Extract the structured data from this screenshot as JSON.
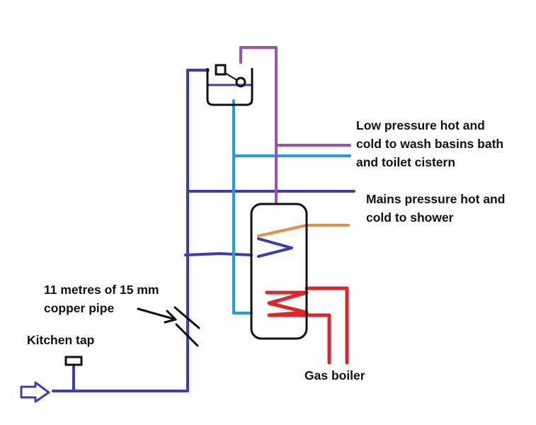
{
  "labels": {
    "low_pressure": {
      "line1": "Low pressure hot and",
      "line2": "cold to wash basins bath",
      "line3": "and toilet cistern"
    },
    "mains_pressure": {
      "line1": "Mains pressure hot and",
      "line2": "cold to shower"
    },
    "pipe_run": {
      "line1": "11 metres of 15 mm",
      "line2": "copper pipe"
    },
    "kitchen_tap": "Kitchen tap",
    "gas_boiler": "Gas boiler"
  },
  "colors": {
    "mains_cold_pipe": "#3c3cb9",
    "low_pressure_cold_pipe": "#1e9fd8",
    "vent_pipe": "#a24fae",
    "hot_to_shower_pipe": "#f08a3c",
    "boiler_flow_return": "#e0242c",
    "outline": "#111111"
  }
}
